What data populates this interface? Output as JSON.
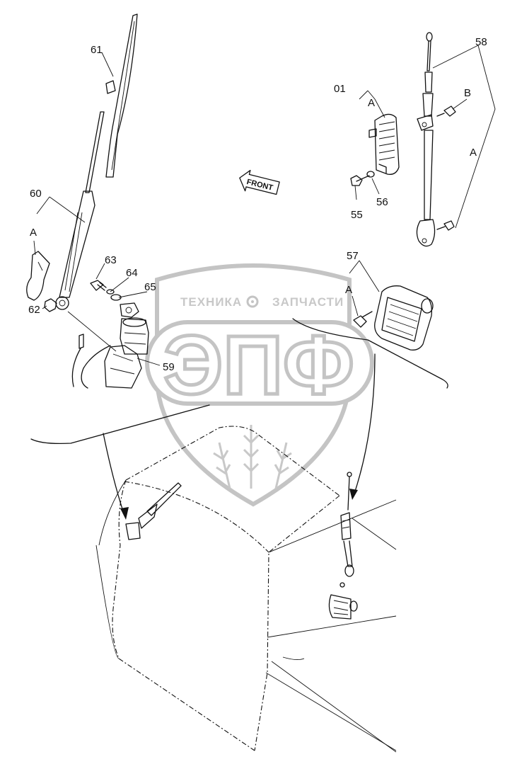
{
  "watermark": {
    "company_left": "ТЕХНИКА",
    "company_right": "ЗАПЧАСТИ",
    "logo_letters": "ЭПФ"
  },
  "front_marker": "FRONT",
  "callouts": {
    "c61": "61",
    "c60": "60",
    "cA_left": "A",
    "c63": "63",
    "c64": "64",
    "c65": "65",
    "c62": "62",
    "c59": "59",
    "c58": "58",
    "cB": "B",
    "cA_right": "A",
    "c01": "01",
    "cA_01": "A",
    "c55": "55",
    "c56": "56",
    "c57": "57",
    "cA_57": "A"
  }
}
